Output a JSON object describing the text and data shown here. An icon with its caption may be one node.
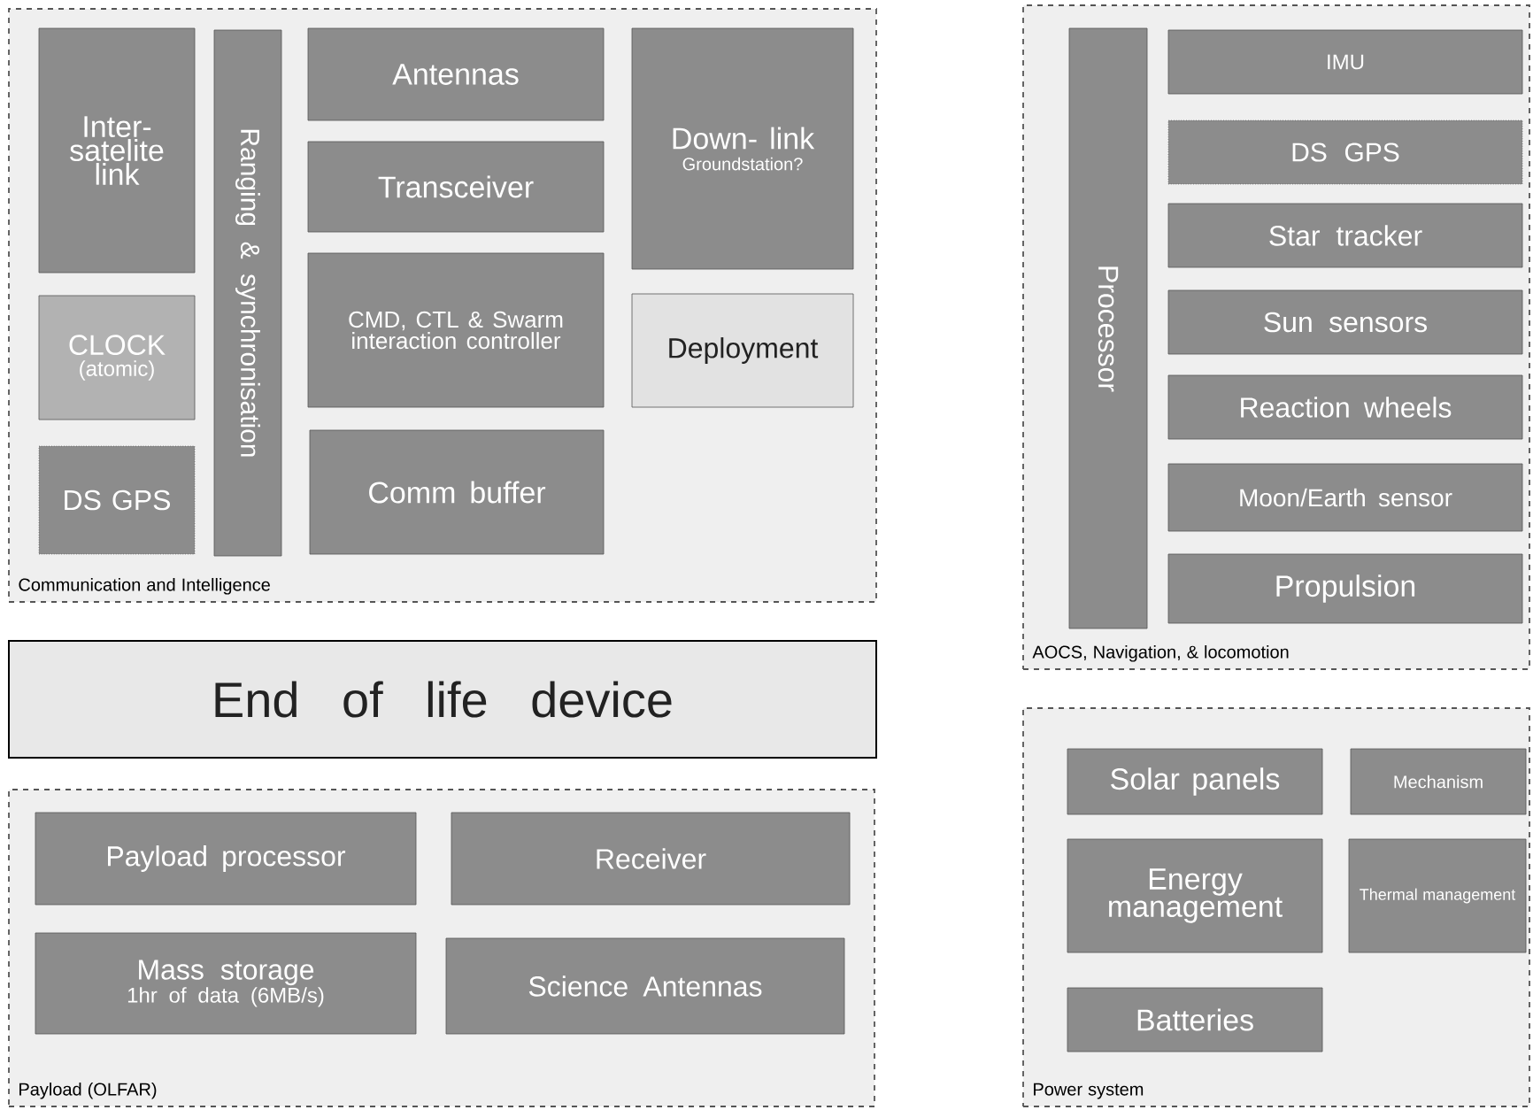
{
  "diagram": {
    "nodes": [
      {
        "text": [
          "Communication and Intelligence"
        ]
      },
      {
        "text": [
          "Inter-satelite link"
        ],
        "in": 0
      },
      {
        "text": [
          "CLOCK",
          "(atomic)"
        ],
        "in": 0
      },
      {
        "text": [
          "DS GPS"
        ],
        "in": 0
      },
      {
        "text": [
          "Ranging & synchronisation"
        ],
        "in": 0
      },
      {
        "text": [
          "Antennas"
        ],
        "in": 0
      },
      {
        "text": [
          "Transceiver"
        ],
        "in": 0
      },
      {
        "text": [
          "CMD, CTL & Swarm interaction controller"
        ],
        "in": 0
      },
      {
        "text": [
          "Comm buffer"
        ],
        "in": 0
      },
      {
        "text": [
          "Down- link",
          "Groundstation?"
        ],
        "in": 0
      },
      {
        "text": [
          "Deployment"
        ],
        "in": 0
      },
      {
        "text": [
          "End of life device"
        ]
      },
      {
        "text": [
          "Payload (OLFAR)"
        ]
      },
      {
        "text": [
          "Payload processor"
        ],
        "in": 12
      },
      {
        "text": [
          "Receiver"
        ],
        "in": 12
      },
      {
        "text": [
          "Mass storage",
          "1hr of data (6MB/s)"
        ],
        "in": 12
      },
      {
        "text": [
          "Science Antennas"
        ],
        "in": 12
      },
      {
        "text": [
          "AOCS, Navigation, & locomotion"
        ]
      },
      {
        "text": [
          "Processor"
        ],
        "in": 17
      },
      {
        "text": [
          "IMU"
        ],
        "in": 17
      },
      {
        "text": [
          "DS GPS"
        ],
        "in": 17
      },
      {
        "text": [
          "Star tracker"
        ],
        "in": 17
      },
      {
        "text": [
          "Sun sensors"
        ],
        "in": 17
      },
      {
        "text": [
          "Reaction wheels"
        ],
        "in": 17
      },
      {
        "text": [
          "Moon/Earth sensor"
        ],
        "in": 17
      },
      {
        "text": [
          "Propulsion"
        ],
        "in": 17
      },
      {
        "text": [
          "Power system"
        ]
      },
      {
        "text": [
          "Solar panels"
        ],
        "in": 26
      },
      {
        "text": [
          "Mechanism"
        ],
        "in": 26
      },
      {
        "text": [
          "Energy management"
        ],
        "in": 26
      },
      {
        "text": [
          "Thermal management"
        ],
        "in": 26
      },
      {
        "text": [
          "Batteries"
        ],
        "in": 26
      }
    ]
  }
}
